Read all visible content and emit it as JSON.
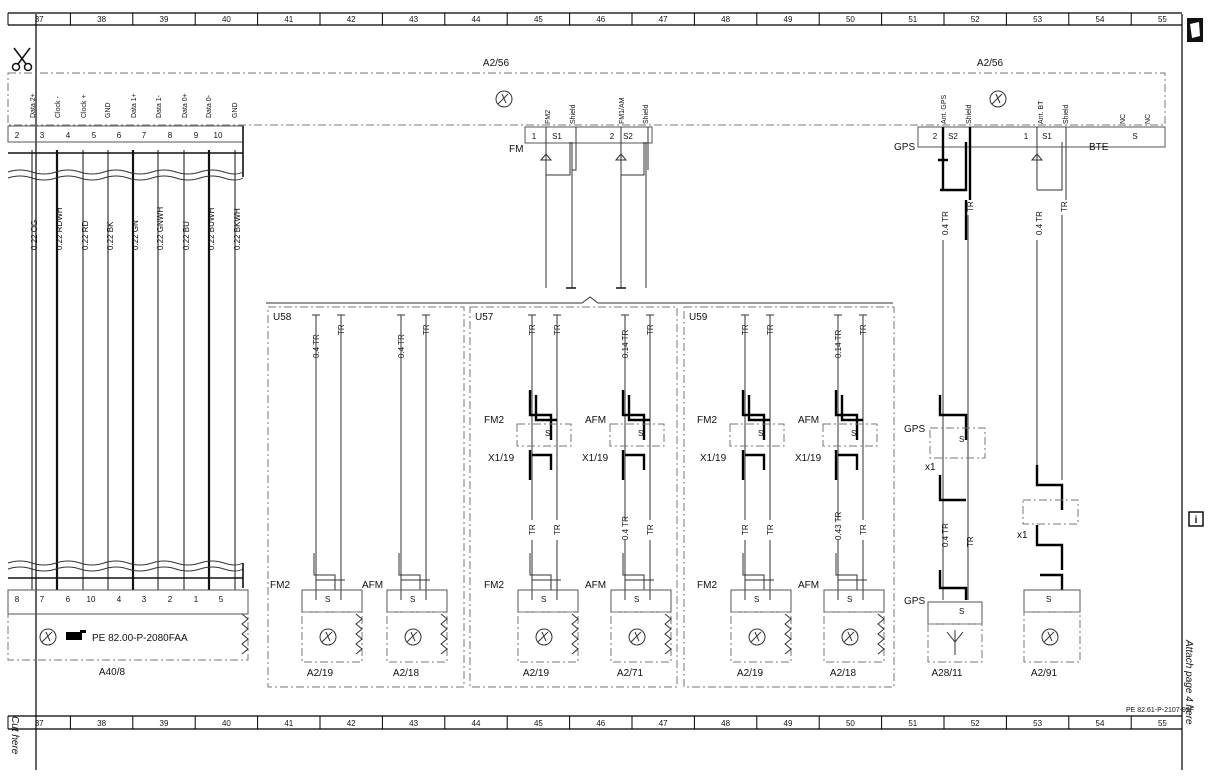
{
  "ruler": {
    "columns": [
      "37",
      "38",
      "39",
      "40",
      "41",
      "42",
      "43",
      "44",
      "45",
      "46",
      "47",
      "48",
      "49",
      "50",
      "51",
      "52",
      "53",
      "54",
      "55"
    ]
  },
  "margin": {
    "cut_here": "Cut here",
    "attach_page": "Attach page 4 here"
  },
  "document": {
    "reference_bottom": "PE 82.61-P-2107-99F",
    "reference_left": "PE 82.00-P-2080FAA"
  },
  "components": {
    "a2_56_left": "A2/56",
    "a2_56_right": "A2/56",
    "a40_8": "A40/8",
    "u58": "U58",
    "u57": "U57",
    "u59": "U59",
    "bottom_labels": [
      "A2/19",
      "A2/18",
      "A2/19",
      "A2/71",
      "A2/19",
      "A2/18",
      "A28/11",
      "A2/91"
    ]
  },
  "connector_top_left": {
    "pins": [
      "2",
      "3",
      "4",
      "5",
      "6",
      "7",
      "8",
      "9",
      "10"
    ],
    "signals": [
      "Data 2+",
      "Clock -",
      "Clock +",
      "GND",
      "Data 1+",
      "Data 1-",
      "Data 0+",
      "Data 0-",
      "GND"
    ],
    "wires": [
      "0.22 OG",
      "0.22 RDWH",
      "0.22 RD",
      "0.22 BK",
      "0.22 GN",
      "0.22 GNWH",
      "0.22 BU",
      "0.22 BUWH",
      "0.22 BKWH"
    ]
  },
  "connector_bottom_left": {
    "pins": [
      "8",
      "7",
      "6",
      "10",
      "4",
      "3",
      "2",
      "1",
      "5"
    ]
  },
  "antenna_block": {
    "fm_pins": [
      "1",
      "S1",
      "2",
      "S2"
    ],
    "fm_signals": [
      "FM2",
      "Shield",
      "FM1/AM",
      "Shield"
    ],
    "fm": "FM",
    "gps_pins": [
      "2",
      "S2",
      "1",
      "S1"
    ],
    "gps_signals": [
      "Ant. GPS",
      "Shield",
      "Ant. BT",
      "Shield"
    ],
    "gps": "GPS",
    "bte": "BTE",
    "nc_labels": [
      "NC",
      "NC"
    ],
    "s": "S"
  },
  "wire_labels": {
    "tr": "TR",
    "tr_04": "0.4 TR",
    "tr_014": "0.14 TR",
    "tr_043": "0.43 TR"
  },
  "module_labels": {
    "fm2": "FM2",
    "afm": "AFM",
    "x1_19": "X1/19",
    "gps": "GPS",
    "x1": "x1",
    "s": "S"
  },
  "info_icon": "i"
}
